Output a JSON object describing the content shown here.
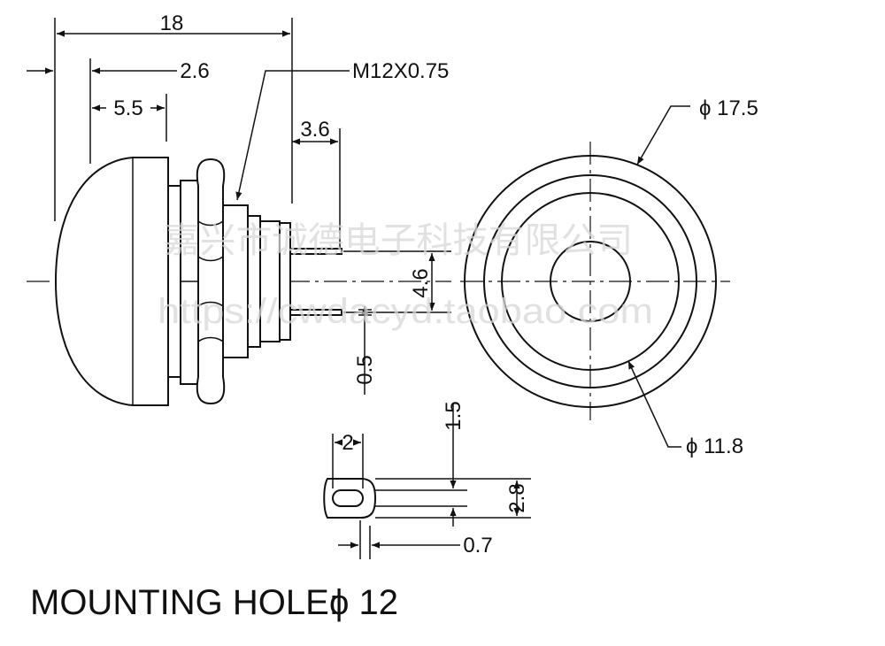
{
  "dimensions": {
    "overall_length": "18",
    "cap_offset": "2.6",
    "cap_length": "5.5",
    "thread": "M12X0.75",
    "terminal_length": "3.6",
    "pin_spacing": "4.6",
    "pin_thickness": "0.5",
    "outer_diameter": "ϕ 17.5",
    "inner_diameter": "ϕ 11.8",
    "slot_width": "2",
    "slot_height": "1.5",
    "slot_hole_height": "2.8",
    "slot_gap": "0.7"
  },
  "mounting_hole": {
    "label": "MOUNTING HOLE:",
    "value": "ϕ 12"
  },
  "watermark": {
    "company": "嘉兴市诚德电子科技有限公司",
    "url": "https://cwdacyd.taobao.com"
  }
}
